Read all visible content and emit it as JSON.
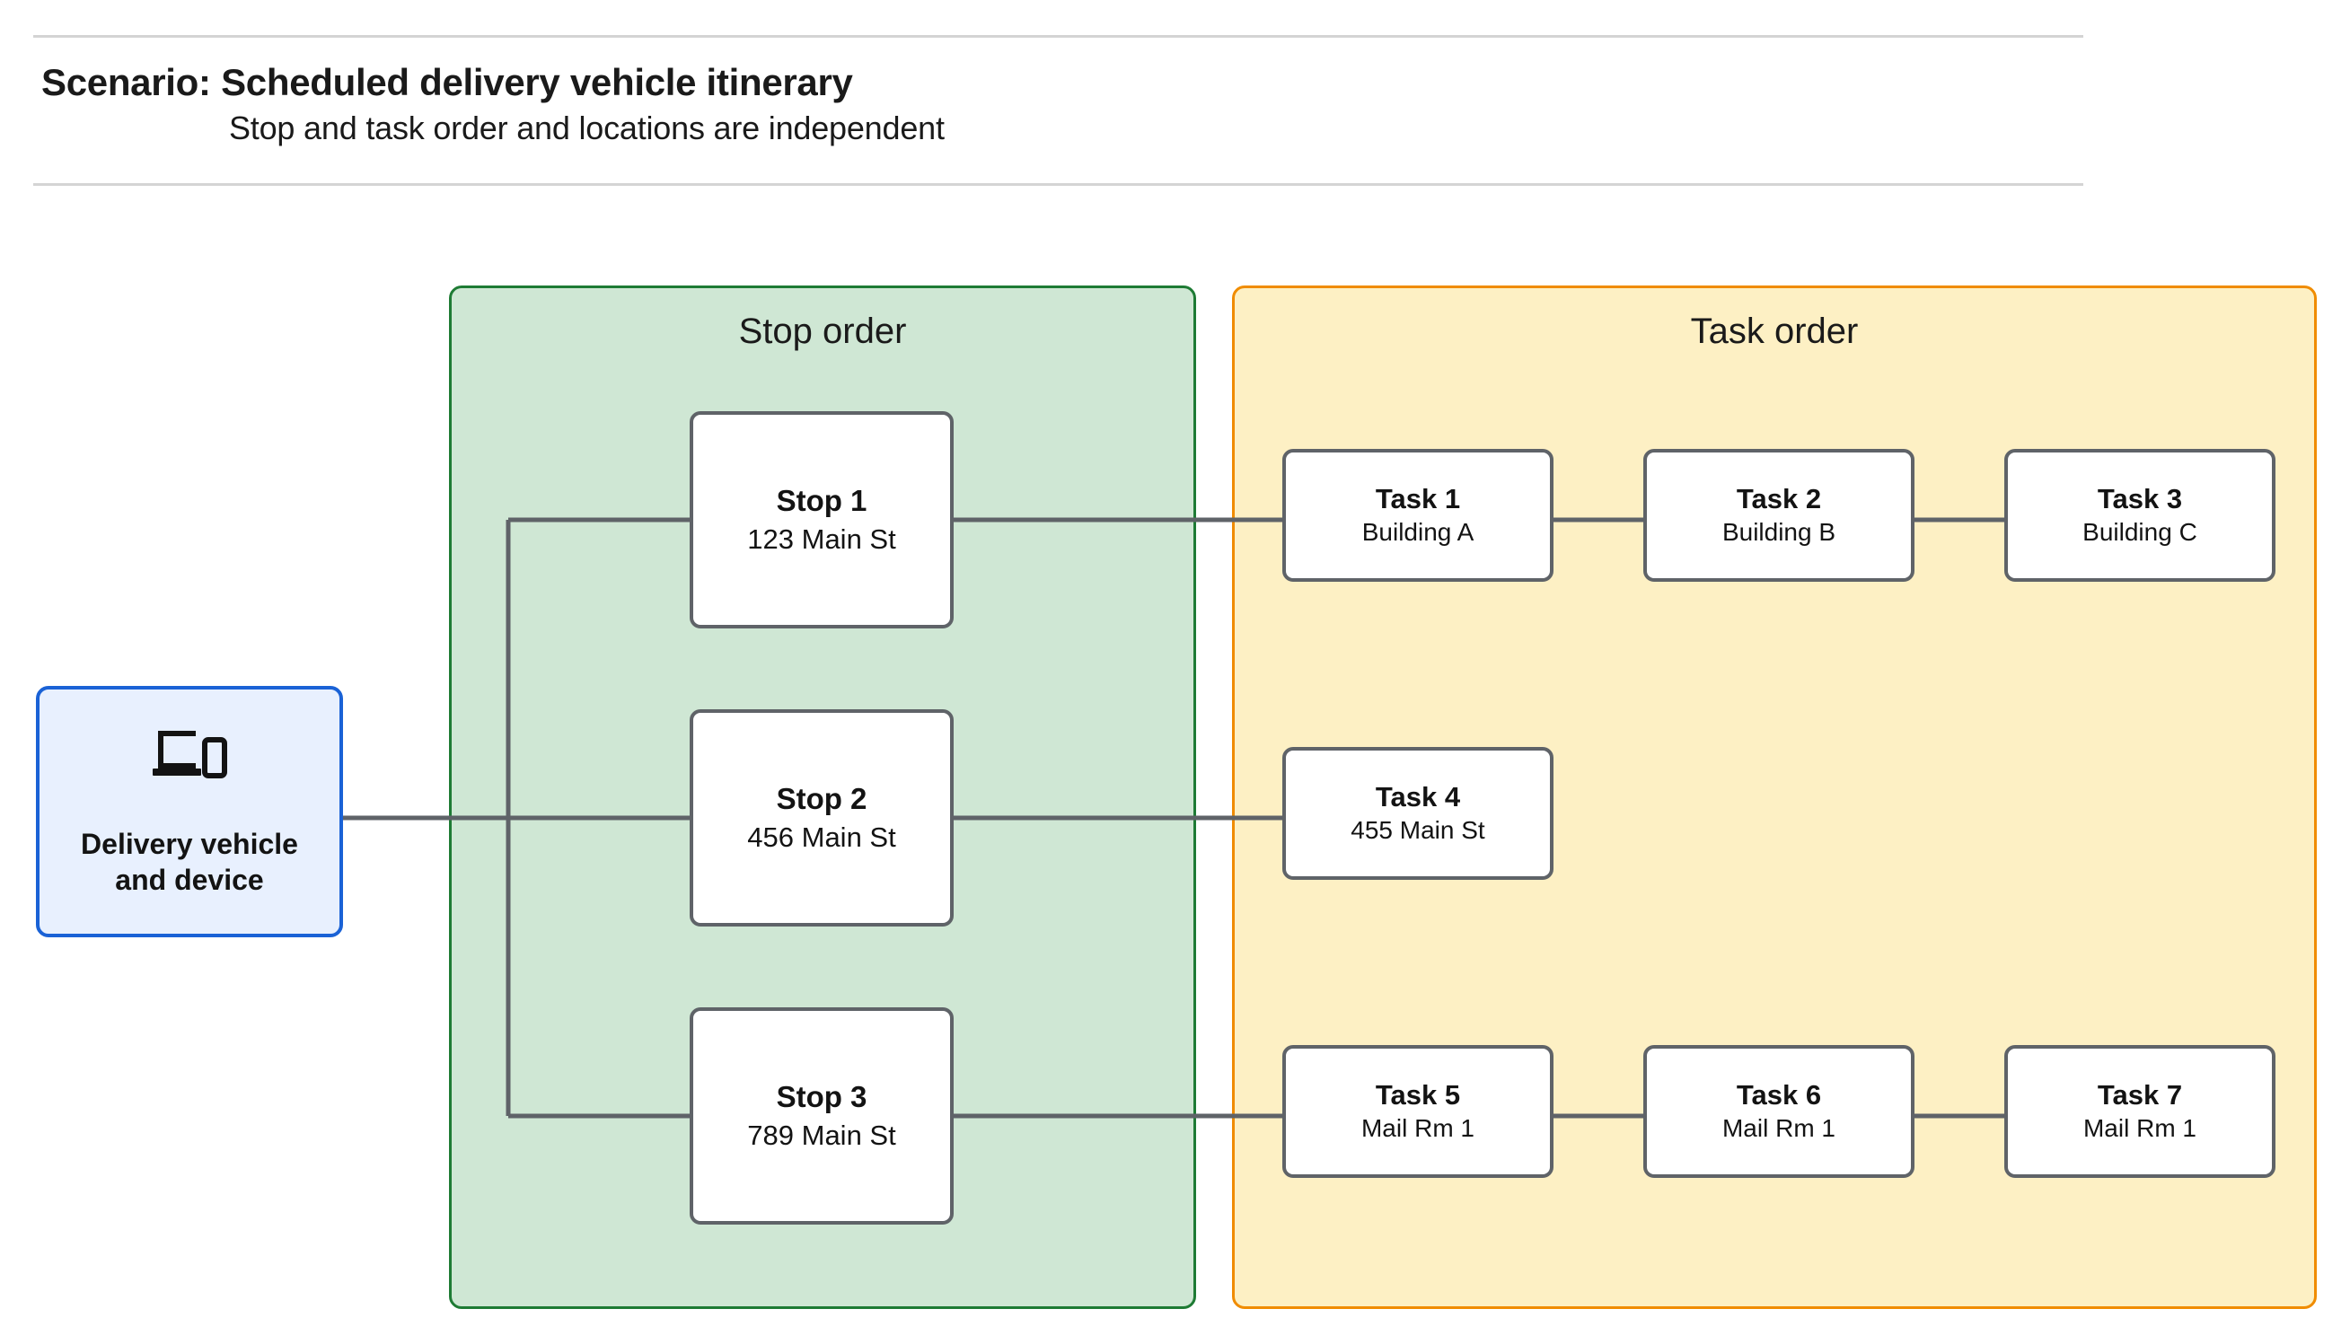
{
  "header": {
    "title": "Scenario: Scheduled delivery vehicle itinerary",
    "subtitle": "Stop and task order and locations are independent"
  },
  "vehicle": {
    "label": "Delivery vehicle\nand device",
    "icon": "devices-icon",
    "border_color": "#1a62d6",
    "fill_color": "#e8f0fe"
  },
  "stop_panel": {
    "title": "Stop order",
    "fill_color": "#cfe7d4",
    "border_color": "#1e7b34",
    "stops": [
      {
        "title": "Stop 1",
        "address": "123 Main St"
      },
      {
        "title": "Stop 2",
        "address": "456 Main St"
      },
      {
        "title": "Stop 3",
        "address": "789 Main St"
      }
    ]
  },
  "task_panel": {
    "title": "Task order",
    "fill_color": "#fdf0c4",
    "border_color": "#f08c00",
    "rows": [
      {
        "tasks": [
          {
            "title": "Task 1",
            "location": "Building A"
          },
          {
            "title": "Task 2",
            "location": "Building B"
          },
          {
            "title": "Task 3",
            "location": "Building C"
          }
        ]
      },
      {
        "tasks": [
          {
            "title": "Task 4",
            "location": "455 Main St"
          }
        ]
      },
      {
        "tasks": [
          {
            "title": "Task 5",
            "location": "Mail Rm 1"
          },
          {
            "title": "Task 6",
            "location": "Mail Rm 1"
          },
          {
            "title": "Task 7",
            "location": "Mail Rm 1"
          }
        ]
      }
    ]
  },
  "node_style": {
    "border_color": "#5f6368",
    "fill_color": "#ffffff"
  },
  "connector_color": "#5f6368",
  "rule_color": "#d4d4d4"
}
